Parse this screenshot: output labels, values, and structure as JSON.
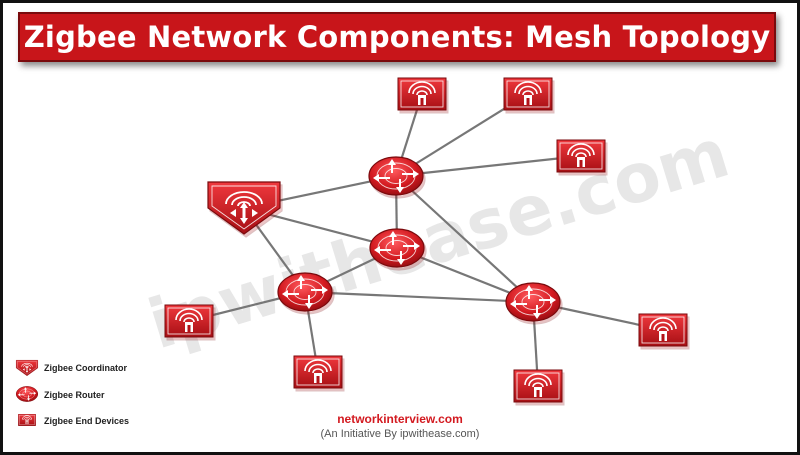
{
  "title": "Zigbee Network Components: Mesh Topology",
  "watermark": "ipwithease.com",
  "legend": {
    "coordinator": "Zigbee Coordinator",
    "router": "Zigbee Router",
    "end_device": "Zigbee End Devices"
  },
  "footer": {
    "site": "networkinterview.com",
    "initiative": "(An Initiative By ipwithease.com)"
  },
  "colors": {
    "banner": "#c8151a",
    "node_red": "#d31a20",
    "link": "#777777"
  },
  "nodes": [
    {
      "id": "C1",
      "kind": "coordinator"
    },
    {
      "id": "R1",
      "kind": "router"
    },
    {
      "id": "R2",
      "kind": "router"
    },
    {
      "id": "R3",
      "kind": "router"
    },
    {
      "id": "R4",
      "kind": "router"
    },
    {
      "id": "E1",
      "kind": "end_device"
    },
    {
      "id": "E2",
      "kind": "end_device"
    },
    {
      "id": "E3",
      "kind": "end_device"
    },
    {
      "id": "E4",
      "kind": "end_device"
    },
    {
      "id": "E5",
      "kind": "end_device"
    },
    {
      "id": "E6",
      "kind": "end_device"
    },
    {
      "id": "E7",
      "kind": "end_device"
    }
  ],
  "links": [
    [
      "E1",
      "R1"
    ],
    [
      "E2",
      "R1"
    ],
    [
      "E3",
      "R1"
    ],
    [
      "C1",
      "R1"
    ],
    [
      "R1",
      "R2"
    ],
    [
      "R1",
      "R4"
    ],
    [
      "C1",
      "R2"
    ],
    [
      "C1",
      "R3"
    ],
    [
      "R2",
      "R3"
    ],
    [
      "R2",
      "R4"
    ],
    [
      "R3",
      "R4"
    ],
    [
      "R3",
      "E4"
    ],
    [
      "R3",
      "E5"
    ],
    [
      "R4",
      "E6"
    ],
    [
      "R4",
      "E7"
    ]
  ]
}
